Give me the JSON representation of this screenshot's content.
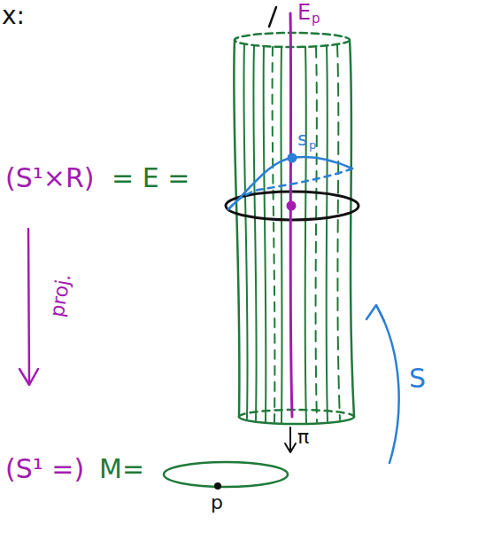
{
  "diagram": {
    "labels": [
      "x:",
      "E",
      "p",
      "s",
      "p",
      "(S¹×R)",
      "= E =",
      "proj.",
      "π",
      "S",
      "(S¹ =)",
      "M=",
      "p"
    ]
  }
}
